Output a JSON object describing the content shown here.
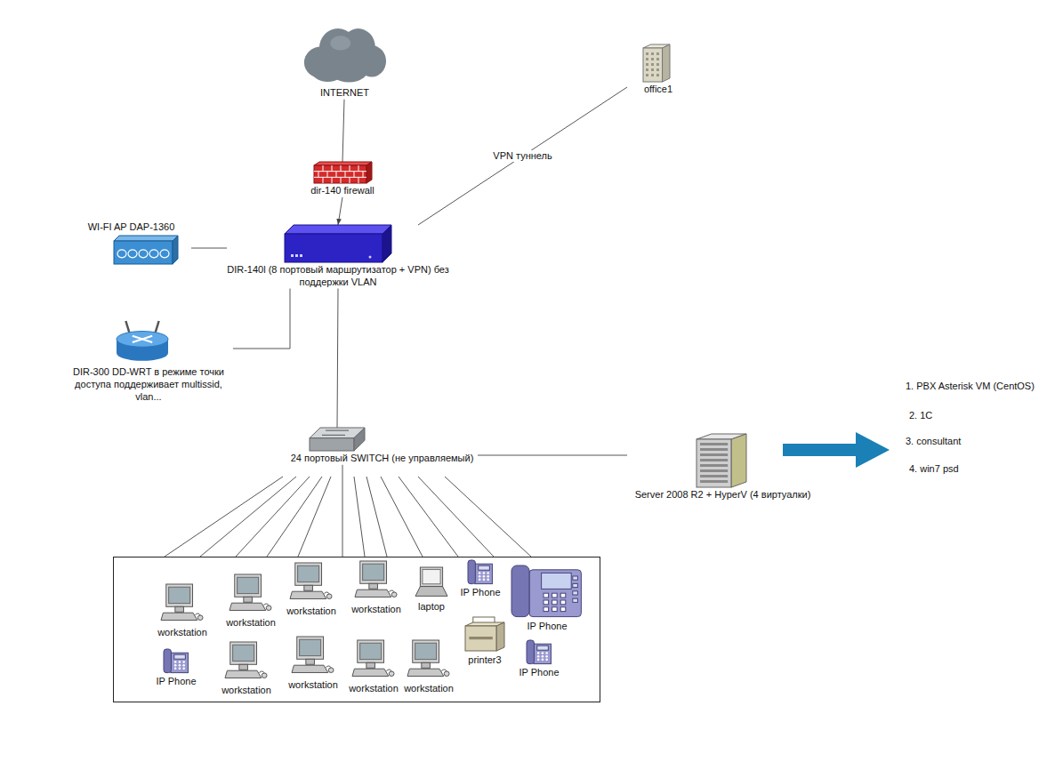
{
  "diagram": {
    "nodes": [
      {
        "text": [
          "INTERNET"
        ]
      },
      {
        "text": [
          "office1"
        ]
      },
      {
        "text": [
          "dir-140 firewall"
        ]
      },
      {
        "text": [
          "WI-FI AP DAP-1360"
        ]
      },
      {
        "text": [
          "DIR-140l (8 портовый маршрутизатор + VPN) без поддержки VLAN"
        ]
      },
      {
        "text": [
          "DIR-300 DD-WRT в режиме точки доступа поддерживает multissid, vlan..."
        ]
      },
      {
        "text": [
          "24 портовый SWITCH (не управляемый)"
        ]
      },
      {
        "text": [
          "Server 2008 R2 + HyperV (4 виртуалки)"
        ]
      },
      {
        "text": []
      },
      {
        "text": [
          "workstation"
        ],
        "in": 8
      },
      {
        "text": [
          "workstation"
        ],
        "in": 8
      },
      {
        "text": [
          "workstation"
        ],
        "in": 8
      },
      {
        "text": [
          "workstation"
        ],
        "in": 8
      },
      {
        "text": [
          "laptop"
        ],
        "in": 8
      },
      {
        "text": [
          "IP Phone"
        ],
        "in": 8
      },
      {
        "text": [
          "IP Phone"
        ],
        "in": 8
      },
      {
        "text": [
          "IP Phone"
        ],
        "in": 8
      },
      {
        "text": [
          "workstation"
        ],
        "in": 8
      },
      {
        "text": [
          "workstation"
        ],
        "in": 8
      },
      {
        "text": [
          "workstation"
        ],
        "in": 8
      },
      {
        "text": [
          "workstation"
        ],
        "in": 8
      },
      {
        "text": [
          "printer3"
        ],
        "in": 8
      },
      {
        "text": [
          "IP Phone"
        ],
        "in": 8
      }
    ],
    "edges": [
      {
        "from": 0,
        "to": 2,
        "arrow": "none"
      },
      {
        "from": 2,
        "to": 4,
        "arrow": "to"
      },
      {
        "from": 4,
        "to": 1,
        "label": "VPN туннель",
        "arrow": "none"
      },
      {
        "from": 4,
        "to": 3,
        "arrow": "none"
      },
      {
        "from": 4,
        "to": 5,
        "arrow": "none"
      },
      {
        "from": 4,
        "to": 6,
        "arrow": "none"
      },
      {
        "from": 6,
        "to": 7,
        "arrow": "none"
      },
      {
        "from": 6,
        "to": 8,
        "arrow": "none"
      }
    ],
    "labels": [
      "1. PBX Asterisk VM (CentOS)",
      "2. 1С",
      "3. consultant",
      "4. win7 psd"
    ]
  }
}
